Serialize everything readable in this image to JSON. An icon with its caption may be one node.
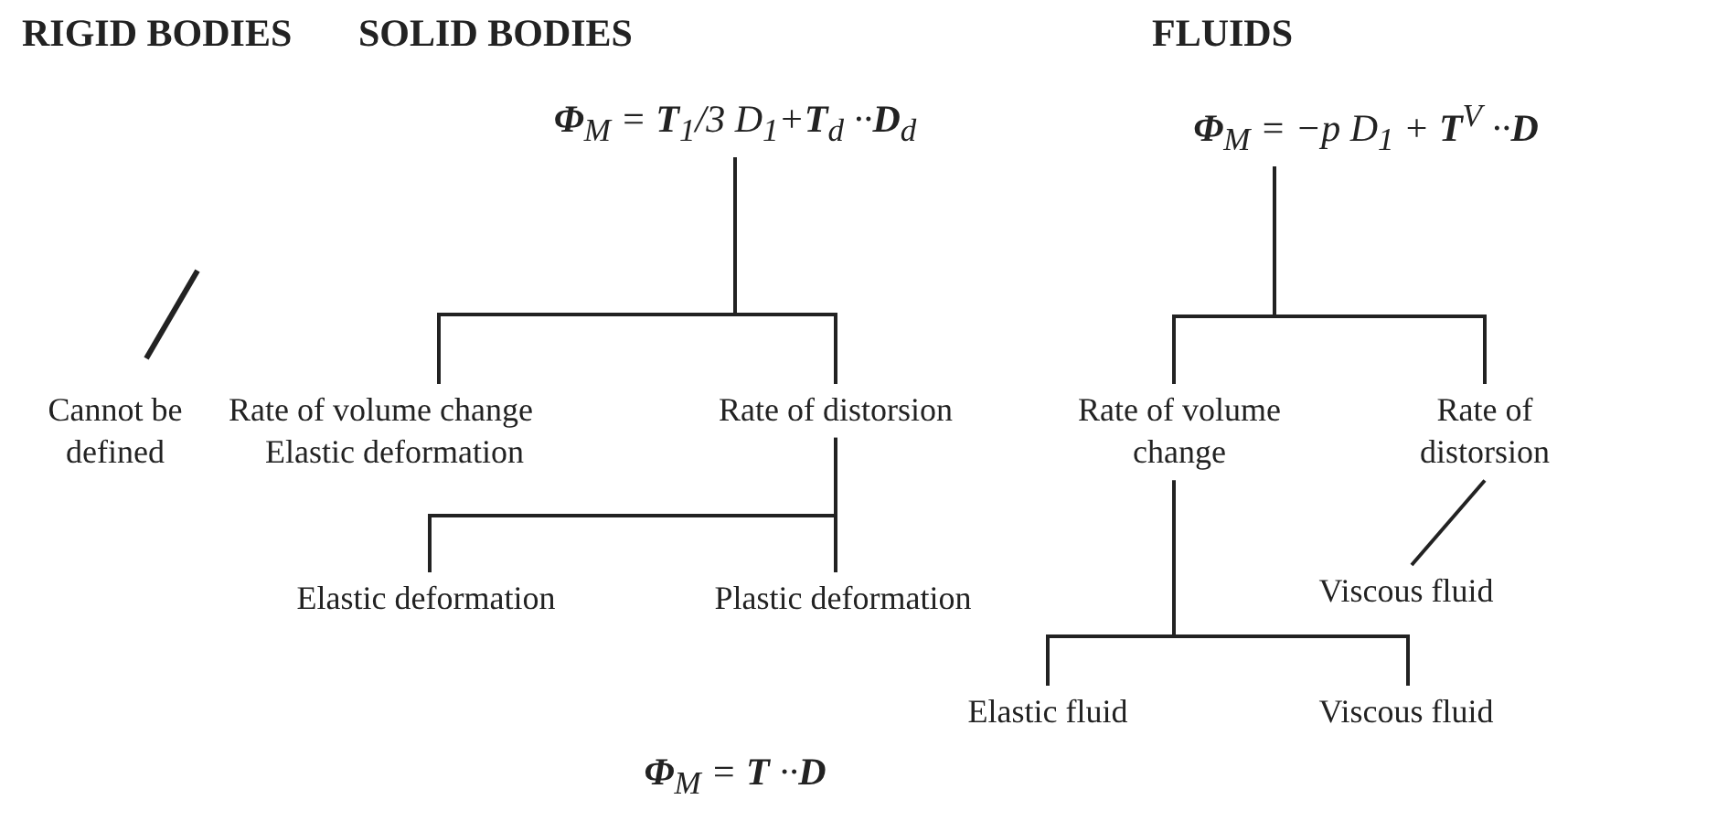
{
  "diagram": {
    "nodes": [
      {
        "text": [
          "**Φ**$_{M}$ = **T**$_{1}$/3 D$_{1}$+**T**$_{d}$ ··**D**$_{d}$"
        ]
      },
      {
        "text": [
          "**Φ**$_{M}$ = −p D$_{1}$ + **T**$^{V}$ ··**D**"
        ]
      },
      {
        "text": [
          "Cannot be defined"
        ]
      },
      {
        "text": [
          "Rate of volume change",
          "Elastic deformation"
        ]
      },
      {
        "text": [
          "Rate of distorsion"
        ]
      },
      {
        "text": [
          "Elastic deformation"
        ]
      },
      {
        "text": [
          "Plastic deformation"
        ]
      },
      {
        "text": [
          "Rate of volume change"
        ]
      },
      {
        "text": [
          "Rate of distorsion"
        ]
      },
      {
        "text": [
          "Viscous fluid"
        ]
      },
      {
        "text": [
          "Elastic fluid"
        ]
      },
      {
        "text": [
          "Viscous fluid"
        ]
      }
    ],
    "edges": [
      {
        "from": 0,
        "to": 3,
        "arrow": "none"
      },
      {
        "from": 0,
        "to": 4,
        "arrow": "none"
      },
      {
        "from": 4,
        "to": 5,
        "arrow": "none"
      },
      {
        "from": 4,
        "to": 6,
        "arrow": "none"
      },
      {
        "from": 1,
        "to": 7,
        "arrow": "none"
      },
      {
        "from": 1,
        "to": 8,
        "arrow": "none"
      },
      {
        "from": 8,
        "to": 9,
        "arrow": "none"
      },
      {
        "from": 7,
        "to": 10,
        "arrow": "none"
      },
      {
        "from": 7,
        "to": 11,
        "arrow": "none"
      }
    ],
    "labels": [
      "RIGID BODIES",
      "SOLID BODIES",
      "FLUIDS",
      "**Φ**$_{M}$ = **T** ··**D**"
    ]
  }
}
